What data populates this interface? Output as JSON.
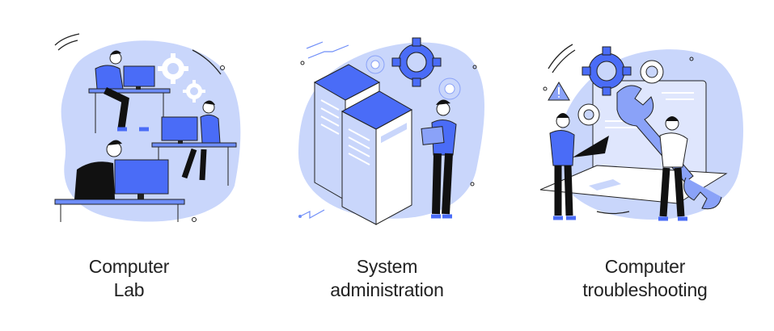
{
  "panels": [
    {
      "id": "computer-lab",
      "caption_line1": "Computer",
      "caption_line2": "Lab",
      "illustration": "people-working-at-computer-desks-with-gears"
    },
    {
      "id": "system-administration",
      "caption_line1": "System",
      "caption_line2": "administration",
      "illustration": "server-racks-with-gears-and-admin-holding-tablet"
    },
    {
      "id": "computer-troubleshooting",
      "caption_line1": "Computer",
      "caption_line2": "troubleshooting",
      "illustration": "laptop-with-wrench-gears-warning-and-two-people"
    }
  ],
  "colors": {
    "accent": "#4a6cf7",
    "light": "#c9d6fb",
    "pale": "#dfe6fd",
    "ink": "#111111",
    "background": "#ffffff"
  }
}
